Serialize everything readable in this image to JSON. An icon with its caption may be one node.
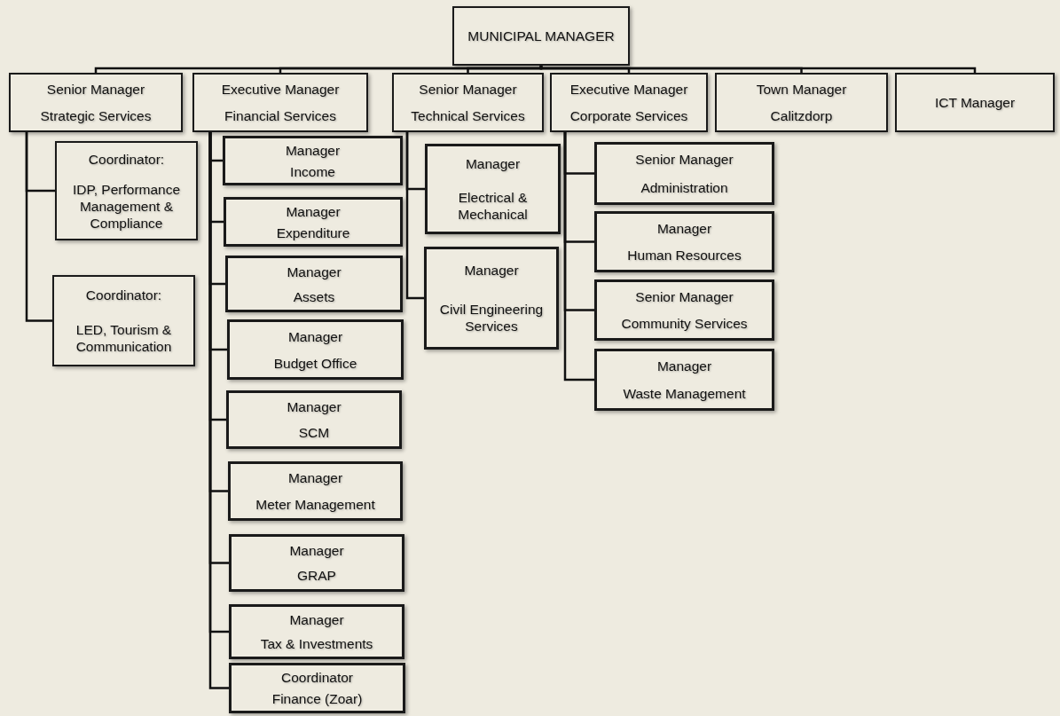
{
  "diagram": {
    "nodes": [
      {
        "text": [
          "MUNICIPAL MANAGER"
        ]
      },
      {
        "text": [
          "Senior Manager",
          "Strategic Services"
        ]
      },
      {
        "text": [
          "Executive Manager",
          "Financial Services"
        ]
      },
      {
        "text": [
          "Senior Manager",
          "Technical Services"
        ]
      },
      {
        "text": [
          "Executive Manager",
          "Corporate Services"
        ]
      },
      {
        "text": [
          "Town Manager",
          "Calitzdorp"
        ]
      },
      {
        "text": [
          "ICT Manager"
        ]
      },
      {
        "text": [
          "Coordinator:",
          "IDP, Performance Management & Compliance"
        ]
      },
      {
        "text": [
          "Coordinator:",
          "LED, Tourism & Communication"
        ]
      },
      {
        "text": [
          "Manager",
          "Income"
        ]
      },
      {
        "text": [
          "Manager",
          "Expenditure"
        ]
      },
      {
        "text": [
          "Manager",
          "Assets"
        ]
      },
      {
        "text": [
          "Manager",
          "Budget Office"
        ]
      },
      {
        "text": [
          "Manager",
          "SCM"
        ]
      },
      {
        "text": [
          "Manager",
          "Meter Management"
        ]
      },
      {
        "text": [
          "Manager",
          "GRAP"
        ]
      },
      {
        "text": [
          "Manager",
          "Tax & Investments"
        ]
      },
      {
        "text": [
          "Coordinator",
          "Finance (Zoar)"
        ]
      },
      {
        "text": [
          "Manager",
          "Electrical & Mechanical"
        ]
      },
      {
        "text": [
          "Manager",
          "Civil Engineering Services"
        ]
      },
      {
        "text": [
          "Senior Manager",
          "Administration"
        ]
      },
      {
        "text": [
          "Manager",
          "Human Resources"
        ]
      },
      {
        "text": [
          "Senior Manager",
          "Community Services"
        ]
      },
      {
        "text": [
          "Manager",
          "Waste Management"
        ]
      }
    ],
    "edges": [
      {
        "from": 0,
        "to": 1,
        "arrow": "none"
      },
      {
        "from": 0,
        "to": 2,
        "arrow": "none"
      },
      {
        "from": 0,
        "to": 3,
        "arrow": "none"
      },
      {
        "from": 0,
        "to": 4,
        "arrow": "none"
      },
      {
        "from": 0,
        "to": 5,
        "arrow": "none"
      },
      {
        "from": 0,
        "to": 6,
        "arrow": "none"
      },
      {
        "from": 1,
        "to": 7,
        "arrow": "none"
      },
      {
        "from": 1,
        "to": 8,
        "arrow": "none"
      },
      {
        "from": 2,
        "to": 9,
        "arrow": "none"
      },
      {
        "from": 2,
        "to": 10,
        "arrow": "none"
      },
      {
        "from": 2,
        "to": 11,
        "arrow": "none"
      },
      {
        "from": 2,
        "to": 12,
        "arrow": "none"
      },
      {
        "from": 2,
        "to": 13,
        "arrow": "none"
      },
      {
        "from": 2,
        "to": 14,
        "arrow": "none"
      },
      {
        "from": 2,
        "to": 15,
        "arrow": "none"
      },
      {
        "from": 2,
        "to": 16,
        "arrow": "none"
      },
      {
        "from": 2,
        "to": 17,
        "arrow": "none"
      },
      {
        "from": 3,
        "to": 18,
        "arrow": "none"
      },
      {
        "from": 3,
        "to": 19,
        "arrow": "none"
      },
      {
        "from": 4,
        "to": 20,
        "arrow": "none"
      },
      {
        "from": 4,
        "to": 21,
        "arrow": "none"
      },
      {
        "from": 4,
        "to": 22,
        "arrow": "none"
      },
      {
        "from": 4,
        "to": 23,
        "arrow": "none"
      }
    ]
  }
}
